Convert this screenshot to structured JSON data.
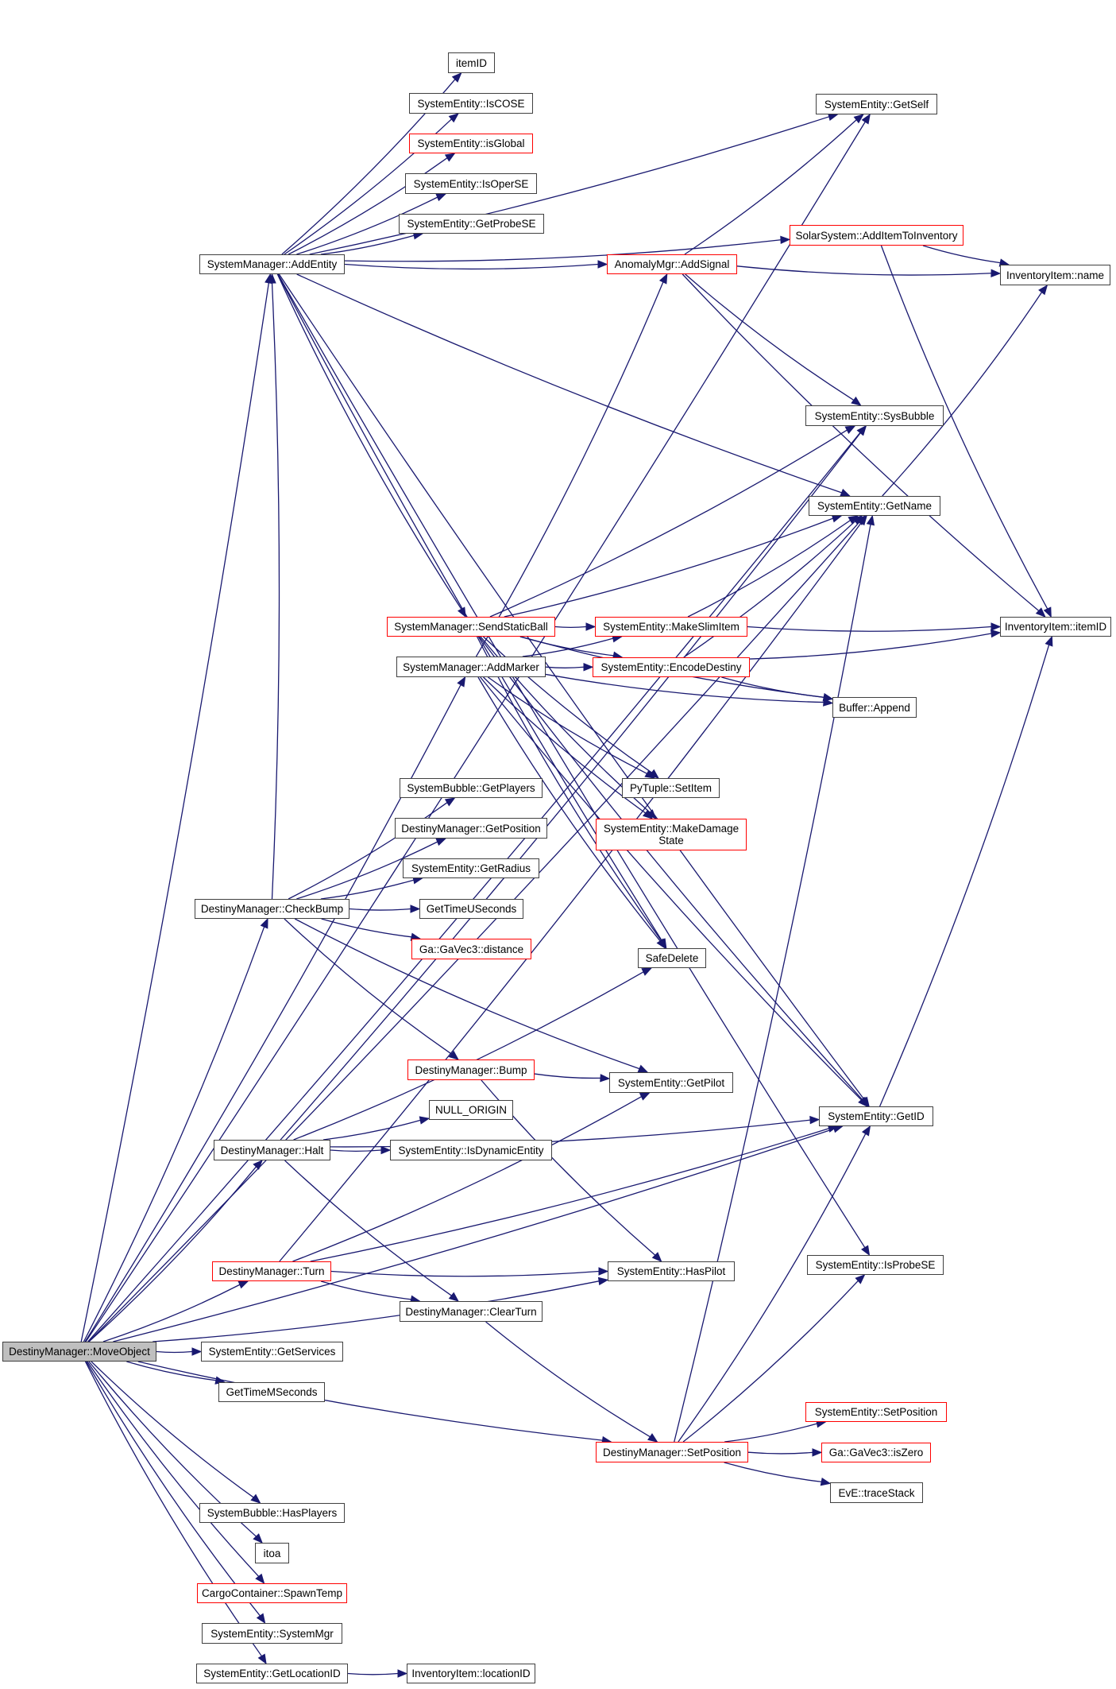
{
  "graph": {
    "type": "call-graph",
    "colors": {
      "edge": "#191970",
      "node_border": "#404040",
      "node_border_incomplete": "#ff0000",
      "root_fill": "#bfbfbf"
    },
    "nodes": [
      {
        "id": "moveobject",
        "label": "DestinyManager::MoveObject",
        "style": "root"
      },
      {
        "id": "addentity",
        "label": "SystemManager::AddEntity",
        "style": "normal"
      },
      {
        "id": "itemid_plain",
        "label": "itemID",
        "style": "normal"
      },
      {
        "id": "iscose",
        "label": "SystemEntity::IsCOSE",
        "style": "normal"
      },
      {
        "id": "isglobal",
        "label": "SystemEntity::isGlobal",
        "style": "red"
      },
      {
        "id": "isoperse",
        "label": "SystemEntity::IsOperSE",
        "style": "normal"
      },
      {
        "id": "getprobese",
        "label": "SystemEntity::GetProbeSE",
        "style": "normal"
      },
      {
        "id": "getself",
        "label": "SystemEntity::GetSelf",
        "style": "normal"
      },
      {
        "id": "additemtoinventory",
        "label": "SolarSystem::AddItemToInventory",
        "style": "red"
      },
      {
        "id": "addsignal",
        "label": "AnomalyMgr::AddSignal",
        "style": "red"
      },
      {
        "id": "inv_name",
        "label": "InventoryItem::name",
        "style": "normal"
      },
      {
        "id": "sysbubble",
        "label": "SystemEntity::SysBubble",
        "style": "normal"
      },
      {
        "id": "getname",
        "label": "SystemEntity::GetName",
        "style": "normal"
      },
      {
        "id": "sendstaticball",
        "label": "SystemManager::SendStaticBall",
        "style": "red"
      },
      {
        "id": "makeslimitem",
        "label": "SystemEntity::MakeSlimItem",
        "style": "red"
      },
      {
        "id": "inv_itemid",
        "label": "InventoryItem::itemID",
        "style": "normal"
      },
      {
        "id": "addmarker",
        "label": "SystemManager::AddMarker",
        "style": "normal"
      },
      {
        "id": "encodedestiny",
        "label": "SystemEntity::EncodeDestiny",
        "style": "red"
      },
      {
        "id": "bufferappend",
        "label": "Buffer::Append",
        "style": "normal"
      },
      {
        "id": "getplayers",
        "label": "SystemBubble::GetPlayers",
        "style": "normal"
      },
      {
        "id": "pytuplesetitem",
        "label": "PyTuple::SetItem",
        "style": "normal"
      },
      {
        "id": "getposition",
        "label": "DestinyManager::GetPosition",
        "style": "normal"
      },
      {
        "id": "makedamagestate",
        "label": "SystemEntity::MakeDamage\nState",
        "style": "red"
      },
      {
        "id": "getradius",
        "label": "SystemEntity::GetRadius",
        "style": "normal"
      },
      {
        "id": "checkbump",
        "label": "DestinyManager::CheckBump",
        "style": "normal"
      },
      {
        "id": "gettimeuseconds",
        "label": "GetTimeUSeconds",
        "style": "normal"
      },
      {
        "id": "distance",
        "label": "Ga::GaVec3::distance",
        "style": "red"
      },
      {
        "id": "safedelete",
        "label": "SafeDelete",
        "style": "normal"
      },
      {
        "id": "bump",
        "label": "DestinyManager::Bump",
        "style": "red"
      },
      {
        "id": "getpilot",
        "label": "SystemEntity::GetPilot",
        "style": "normal"
      },
      {
        "id": "nullorigin",
        "label": "NULL_ORIGIN",
        "style": "normal"
      },
      {
        "id": "getid",
        "label": "SystemEntity::GetID",
        "style": "normal"
      },
      {
        "id": "halt",
        "label": "DestinyManager::Halt",
        "style": "normal"
      },
      {
        "id": "isdynamicentity",
        "label": "SystemEntity::IsDynamicEntity",
        "style": "normal"
      },
      {
        "id": "isprobese",
        "label": "SystemEntity::IsProbeSE",
        "style": "normal"
      },
      {
        "id": "turn",
        "label": "DestinyManager::Turn",
        "style": "red"
      },
      {
        "id": "haspilot",
        "label": "SystemEntity::HasPilot",
        "style": "normal"
      },
      {
        "id": "clearturn",
        "label": "DestinyManager::ClearTurn",
        "style": "normal"
      },
      {
        "id": "getservices",
        "label": "SystemEntity::GetServices",
        "style": "normal"
      },
      {
        "id": "gettimemseconds",
        "label": "GetTimeMSeconds",
        "style": "normal"
      },
      {
        "id": "se_setposition",
        "label": "SystemEntity::SetPosition",
        "style": "red"
      },
      {
        "id": "dm_setposition",
        "label": "DestinyManager::SetPosition",
        "style": "red"
      },
      {
        "id": "iszero",
        "label": "Ga::GaVec3::isZero",
        "style": "red"
      },
      {
        "id": "tracestack",
        "label": "EvE::traceStack",
        "style": "normal"
      },
      {
        "id": "hasplayers",
        "label": "SystemBubble::HasPlayers",
        "style": "normal"
      },
      {
        "id": "itoa",
        "label": "itoa",
        "style": "normal"
      },
      {
        "id": "spawntemp",
        "label": "CargoContainer::SpawnTemp",
        "style": "red"
      },
      {
        "id": "systemmgr",
        "label": "SystemEntity::SystemMgr",
        "style": "normal"
      },
      {
        "id": "getlocationid",
        "label": "SystemEntity::GetLocationID",
        "style": "normal"
      },
      {
        "id": "inv_locationid",
        "label": "InventoryItem::locationID",
        "style": "normal"
      }
    ],
    "edges": [
      [
        "moveobject",
        "addentity"
      ],
      [
        "moveobject",
        "getself"
      ],
      [
        "moveobject",
        "sysbubble"
      ],
      [
        "moveobject",
        "getname"
      ],
      [
        "moveobject",
        "addmarker"
      ],
      [
        "moveobject",
        "checkbump"
      ],
      [
        "moveobject",
        "halt"
      ],
      [
        "moveobject",
        "turn"
      ],
      [
        "moveobject",
        "getservices"
      ],
      [
        "moveobject",
        "gettimemseconds"
      ],
      [
        "moveobject",
        "dm_setposition"
      ],
      [
        "moveobject",
        "getid"
      ],
      [
        "moveobject",
        "haspilot"
      ],
      [
        "moveobject",
        "hasplayers"
      ],
      [
        "moveobject",
        "itoa"
      ],
      [
        "moveobject",
        "spawntemp"
      ],
      [
        "moveobject",
        "systemmgr"
      ],
      [
        "moveobject",
        "getlocationid"
      ],
      [
        "addentity",
        "itemid_plain"
      ],
      [
        "addentity",
        "iscose"
      ],
      [
        "addentity",
        "isglobal"
      ],
      [
        "addentity",
        "isoperse"
      ],
      [
        "addentity",
        "getprobese"
      ],
      [
        "addentity",
        "additemtoinventory"
      ],
      [
        "addentity",
        "addsignal"
      ],
      [
        "addentity",
        "getname"
      ],
      [
        "addentity",
        "sendstaticball"
      ],
      [
        "addentity",
        "getself"
      ],
      [
        "addentity",
        "getid"
      ],
      [
        "addentity",
        "isprobese"
      ],
      [
        "addentity",
        "safedelete"
      ],
      [
        "addsignal",
        "getself"
      ],
      [
        "addsignal",
        "inv_name"
      ],
      [
        "addsignal",
        "sysbubble"
      ],
      [
        "addsignal",
        "inv_itemid"
      ],
      [
        "additemtoinventory",
        "inv_name"
      ],
      [
        "additemtoinventory",
        "inv_itemid"
      ],
      [
        "getname",
        "inv_name"
      ],
      [
        "sendstaticball",
        "sysbubble"
      ],
      [
        "sendstaticball",
        "getname"
      ],
      [
        "sendstaticball",
        "makeslimitem"
      ],
      [
        "sendstaticball",
        "encodedestiny"
      ],
      [
        "sendstaticball",
        "bufferappend"
      ],
      [
        "sendstaticball",
        "pytuplesetitem"
      ],
      [
        "sendstaticball",
        "makedamagestate"
      ],
      [
        "sendstaticball",
        "safedelete"
      ],
      [
        "sendstaticball",
        "getid"
      ],
      [
        "makeslimitem",
        "getname"
      ],
      [
        "makeslimitem",
        "inv_itemid"
      ],
      [
        "encodedestiny",
        "getname"
      ],
      [
        "encodedestiny",
        "inv_itemid"
      ],
      [
        "encodedestiny",
        "bufferappend"
      ],
      [
        "addmarker",
        "addsignal"
      ],
      [
        "addmarker",
        "makeslimitem"
      ],
      [
        "addmarker",
        "encodedestiny"
      ],
      [
        "addmarker",
        "pytuplesetitem"
      ],
      [
        "addmarker",
        "makedamagestate"
      ],
      [
        "addmarker",
        "safedelete"
      ],
      [
        "addmarker",
        "getid"
      ],
      [
        "addmarker",
        "bufferappend"
      ],
      [
        "checkbump",
        "getplayers"
      ],
      [
        "checkbump",
        "getposition"
      ],
      [
        "checkbump",
        "getradius"
      ],
      [
        "checkbump",
        "gettimeuseconds"
      ],
      [
        "checkbump",
        "distance"
      ],
      [
        "checkbump",
        "bump"
      ],
      [
        "checkbump",
        "getpilot"
      ],
      [
        "checkbump",
        "addentity"
      ],
      [
        "bump",
        "getpilot"
      ],
      [
        "bump",
        "haspilot"
      ],
      [
        "halt",
        "nullorigin"
      ],
      [
        "halt",
        "isdynamicentity"
      ],
      [
        "halt",
        "getid"
      ],
      [
        "halt",
        "clearturn"
      ],
      [
        "halt",
        "safedelete"
      ],
      [
        "halt",
        "sysbubble"
      ],
      [
        "turn",
        "haspilot"
      ],
      [
        "turn",
        "clearturn"
      ],
      [
        "turn",
        "getpilot"
      ],
      [
        "turn",
        "getname"
      ],
      [
        "turn",
        "getid"
      ],
      [
        "clearturn",
        "dm_setposition"
      ],
      [
        "getid",
        "inv_itemid"
      ],
      [
        "dm_setposition",
        "se_setposition"
      ],
      [
        "dm_setposition",
        "iszero"
      ],
      [
        "dm_setposition",
        "tracestack"
      ],
      [
        "dm_setposition",
        "getid"
      ],
      [
        "dm_setposition",
        "isprobese"
      ],
      [
        "dm_setposition",
        "getname"
      ],
      [
        "getlocationid",
        "inv_locationid"
      ]
    ]
  }
}
